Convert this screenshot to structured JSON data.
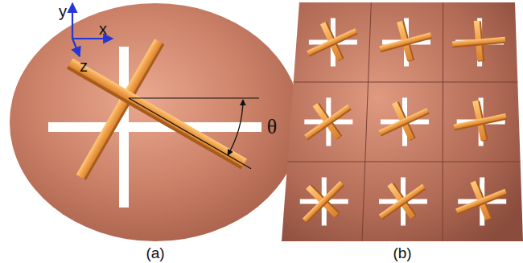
{
  "diagram": {
    "labels": [
      "y",
      "x",
      "z",
      "θ",
      "(a)",
      "(b)"
    ]
  }
}
